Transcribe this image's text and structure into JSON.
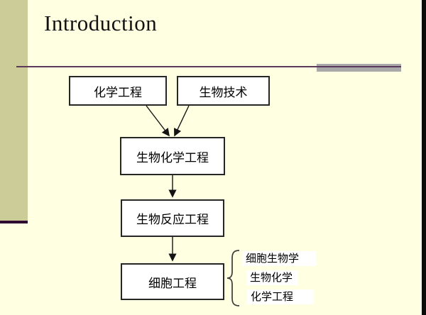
{
  "slide": {
    "title": "Introduction",
    "colors": {
      "background": "#FFFFE1",
      "accent_bar": "#CCCC99",
      "accent_bar_underline": "#2E082E",
      "rule": "#5B3A5B",
      "rule_gray_block": "#A9A9A9",
      "box_fill": "#FFFFFF",
      "box_border": "#262626",
      "screen_edge": "#0B0B0B"
    }
  },
  "flowchart": {
    "source_boxes": [
      {
        "label": "化学工程"
      },
      {
        "label": "生物技术"
      }
    ],
    "chain_boxes": [
      {
        "label": "生物化学工程"
      },
      {
        "label": "生物反应工程"
      },
      {
        "label": "细胞工程"
      }
    ],
    "brace_items": [
      {
        "label": "细胞生物学"
      },
      {
        "label": "生物化学"
      },
      {
        "label": "化学工程"
      }
    ]
  }
}
